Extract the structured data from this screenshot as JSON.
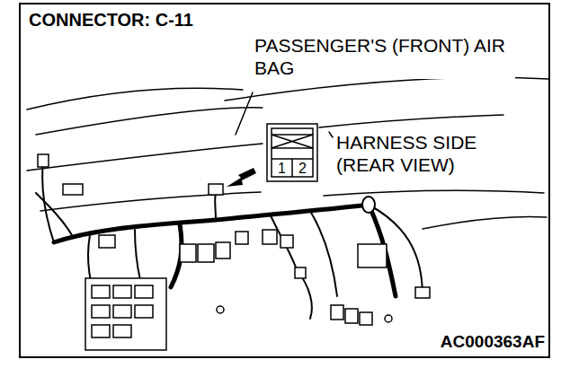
{
  "diagram": {
    "title": "CONNECTOR: C-11",
    "labels": [
      "PASSENGER'S (FRONT) AIR BAG",
      "HARNESS SIDE (REAR VIEW)",
      "1",
      "2",
      "AC000363AF"
    ]
  }
}
